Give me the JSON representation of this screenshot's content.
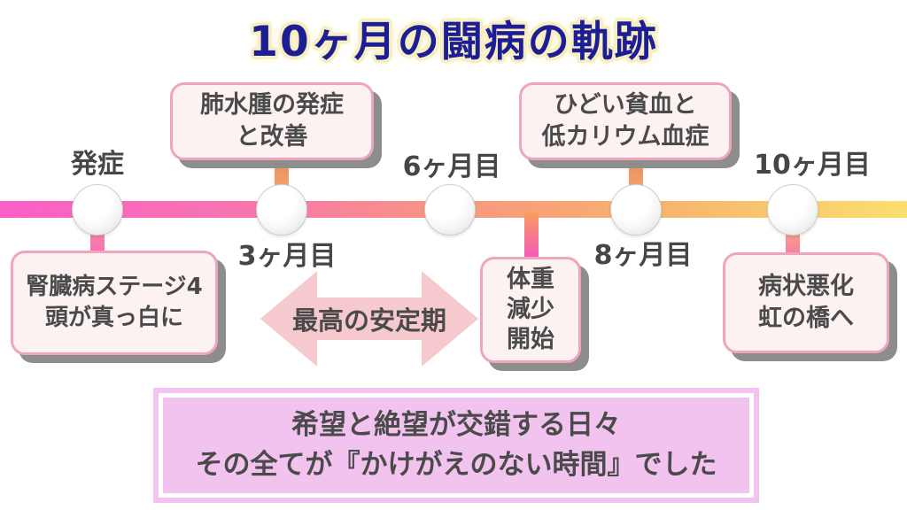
{
  "title": "10ヶ月の闘病の軌跡",
  "milestones": {
    "onset": "発症",
    "month3": "3ヶ月目",
    "month6": "6ヶ月目",
    "month8": "8ヶ月目",
    "month10": "10ヶ月目"
  },
  "events": {
    "kidney": {
      "lines": [
        "腎臓病ステージ4",
        "頭が真っ白に"
      ]
    },
    "lung": {
      "lines": [
        "肺水腫の発症",
        "と改善"
      ]
    },
    "anemia": {
      "lines": [
        "ひどい貧血と",
        "低カリウム血症"
      ]
    },
    "weight": {
      "lines": [
        "体重",
        "減少",
        "開始"
      ]
    },
    "worsening": {
      "lines": [
        "病状悪化",
        "虹の橋へ"
      ]
    }
  },
  "stable_period": {
    "label": "最高の安定期"
  },
  "banner": {
    "line1": "希望と絶望が交錯する日々",
    "line2": "その全てが『かけがえのない時間』でした"
  },
  "colors": {
    "title_text": "#1d1d96",
    "title_glow": "#f7efc2",
    "timeline_gradient_start": "#fa5ec7",
    "timeline_gradient_end": "#fbdf6e",
    "event_box_fill": "#fdf2f2",
    "event_box_border": "#f0a6ba",
    "event_box_shadow": "#8d8d8d",
    "arrow_fill": "#f6c9cf",
    "banner_fill": "#f2c3ef",
    "banner_stripe": "#ffffff",
    "text_dark": "#4a4a4a"
  }
}
